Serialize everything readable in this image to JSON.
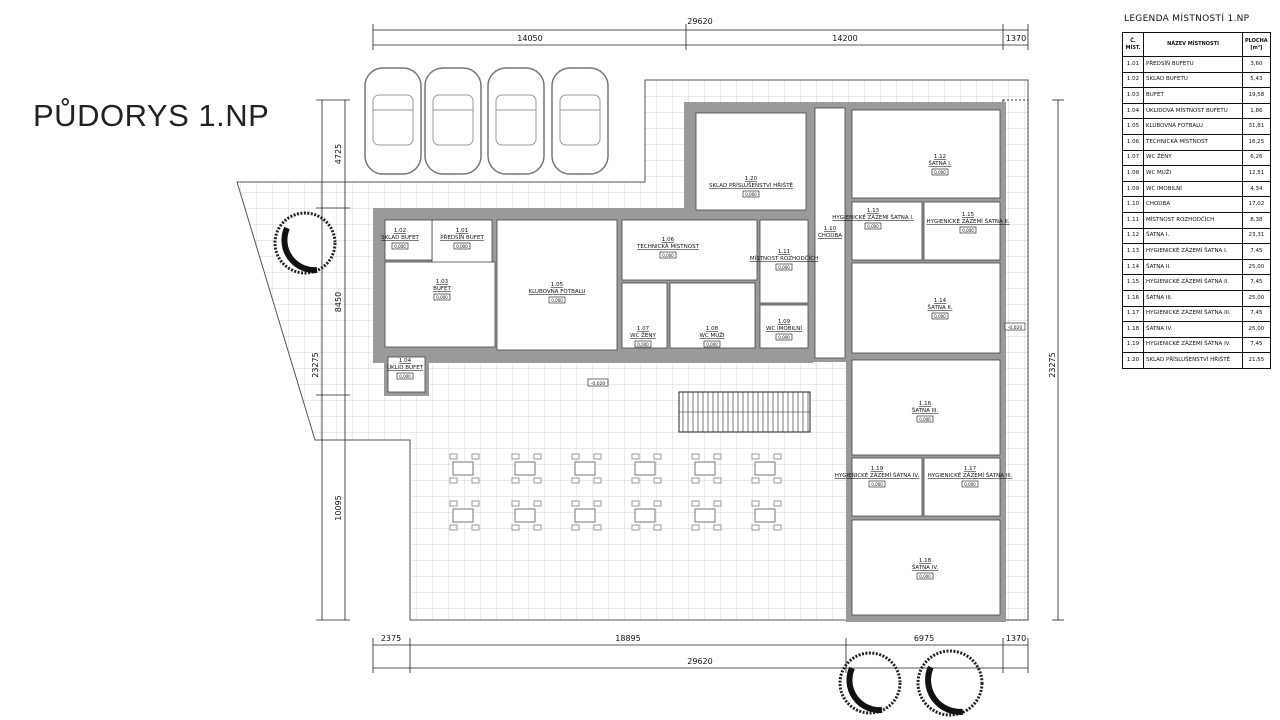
{
  "title": "PŮDORYS 1.NP",
  "legend": {
    "title": "LEGENDA MÍSTNOSTÍ 1.NP",
    "headers": [
      "Č. MÍST.",
      "NÁZEV MÍSTNOSTI",
      "PLOCHA [m²]"
    ],
    "rows": [
      [
        "1.01",
        "PŘEDSÍŇ BUFETU",
        "3,60"
      ],
      [
        "1.02",
        "SKLAD BUFETU",
        "5,43"
      ],
      [
        "1.03",
        "BUFET",
        "19,58"
      ],
      [
        "1.04",
        "ÚKLIDOVÁ MÍSTNOST BUFETU",
        "1,86"
      ],
      [
        "1.05",
        "KLUBOVNA FOTBALU",
        "31,81"
      ],
      [
        "1.06",
        "TECHNICKÁ MÍSTNOST",
        "16,25"
      ],
      [
        "1.07",
        "WC ŽENY",
        "6,26"
      ],
      [
        "1.08",
        "WC MUŽI",
        "12,51"
      ],
      [
        "1.09",
        "WC IMOBILNÍ",
        "4,34"
      ],
      [
        "1.10",
        "CHODBA",
        "17,02"
      ],
      [
        "1.11",
        "MÍSTNOST ROZHODČÍCH",
        "8,38"
      ],
      [
        "1.12",
        "ŠATNA I.",
        "23,31"
      ],
      [
        "1.13",
        "HYGIENICKÉ ZÁZEMÍ ŠATNA I.",
        "7,45"
      ],
      [
        "1.14",
        "ŠATNA II.",
        "25,00"
      ],
      [
        "1.15",
        "HYGIENICKÉ ZÁZEMÍ ŠATNA II.",
        "7,45"
      ],
      [
        "1.16",
        "ŠATNA III.",
        "25,00"
      ],
      [
        "1.17",
        "HYGIENICKÉ ZÁZEMÍ ŠATNA III.",
        "7,45"
      ],
      [
        "1.18",
        "ŠATNA IV.",
        "25,00"
      ],
      [
        "1.19",
        "HYGIENICKÉ ZÁZEMÍ ŠATNA IV.",
        "7,45"
      ],
      [
        "1.20",
        "SKLAD PŘÍSLUŠENSTVÍ HŘIŠTĚ",
        "21,55"
      ]
    ]
  },
  "rooms": [
    {
      "num": "1.01",
      "name": "PŘEDSÍŇ BUFET"
    },
    {
      "num": "1.02",
      "name": "SKLAD BUFET"
    },
    {
      "num": "1.03",
      "name": "BUFET"
    },
    {
      "num": "1.04",
      "name": "ÚKLID BUFET"
    },
    {
      "num": "1.05",
      "name": "KLUBOVNA FOTBALU"
    },
    {
      "num": "1.06",
      "name": "TECHNICKÁ MÍSTNOST"
    },
    {
      "num": "1.07",
      "name": "WC ŽENY"
    },
    {
      "num": "1.08",
      "name": "WC MUŽI"
    },
    {
      "num": "1.09",
      "name": "WC IMOBILNÍ"
    },
    {
      "num": "1.10",
      "name": "CHODBA"
    },
    {
      "num": "1.11",
      "name": "MÍSTNOST ROZHODČÍCH"
    },
    {
      "num": "1.12",
      "name": "ŠATNA I."
    },
    {
      "num": "1.13",
      "name": "HYGIENICKÉ ZÁZEMÍ ŠATNA I."
    },
    {
      "num": "1.14",
      "name": "ŠATNA II."
    },
    {
      "num": "1.15",
      "name": "HYGIENICKÉ ZÁZEMÍ ŠATNA II."
    },
    {
      "num": "1.16",
      "name": "ŠATNA III."
    },
    {
      "num": "1.17",
      "name": "HYGIENICKÉ ZÁZEMÍ ŠATNA III."
    },
    {
      "num": "1.18",
      "name": "ŠATNA IV."
    },
    {
      "num": "1.19",
      "name": "HYGIENICKÉ ZÁZEMÍ ŠATNA IV."
    },
    {
      "num": "1.20",
      "name": "SKLAD PŘÍSLUŠENSTVÍ HŘIŠTĚ"
    }
  ],
  "level_tag": "0,000",
  "terrace_level_tag": "-0,020",
  "dimensions": {
    "top_total": "29620",
    "top_parts": [
      "14050",
      "14200",
      "1370"
    ],
    "bottom_parts": [
      "2375",
      "18895",
      "6975",
      "1370"
    ],
    "bottom_total": "29620",
    "left_total": "23275",
    "left_parts": [
      "4725",
      "8450",
      "10095"
    ],
    "right_total": "23275"
  }
}
